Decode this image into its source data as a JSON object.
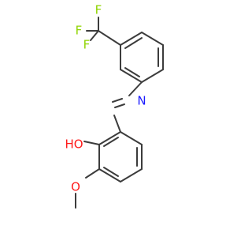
{
  "atoms": {
    "f_top": "F",
    "f_upper_left": "F",
    "f_lower_left": "F",
    "nitrogen": "N",
    "hydroxyl": "HO",
    "methoxy_oxygen": "O"
  },
  "colors": {
    "bond": "#3c3c3c",
    "fluorine": "#8fd400",
    "nitrogen": "#1a1aff",
    "oxygen": "#ff1a1a"
  }
}
